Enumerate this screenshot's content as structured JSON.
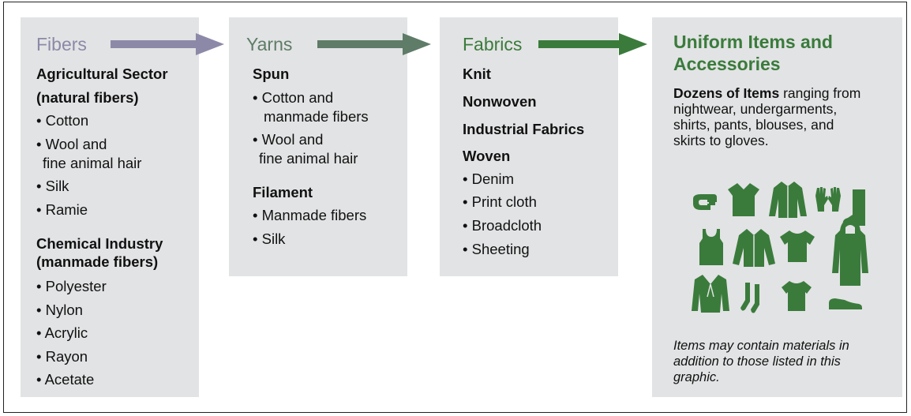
{
  "colors": {
    "box_bg": "#e2e3e4",
    "fibers_heading": "#8c89a8",
    "yarns_heading": "#5e7c67",
    "fabrics_heading": "#3a7b3c",
    "items_green": "#3a7b3c"
  },
  "fibers": {
    "title": "Fibers",
    "agri_heading_1": "Agricultural Sector",
    "agri_heading_2": "(natural fibers)",
    "items": [
      "• Cotton",
      "• Wool and",
      "fine animal hair",
      "• Silk",
      "• Ramie"
    ],
    "chem_heading_1": "Chemical Industry",
    "chem_heading_2": "(manmade fibers)",
    "chem_items": [
      "• Polyester",
      "• Nylon",
      "• Acrylic",
      "• Rayon",
      "• Acetate"
    ]
  },
  "yarns": {
    "title": "Yarns",
    "spun_heading": "Spun",
    "spun_items": [
      "• Cotton and",
      "manmade fibers",
      "• Wool and",
      "fine animal hair"
    ],
    "filament_heading": "Filament",
    "filament_items": [
      "• Manmade fibers",
      "• Silk"
    ]
  },
  "fabrics": {
    "title": "Fabrics",
    "types": [
      "Knit",
      "Nonwoven",
      "Industrial Fabrics",
      "Woven"
    ],
    "woven_items": [
      "• Denim",
      "• Print cloth",
      "• Broadcloth",
      "• Sheeting"
    ]
  },
  "items": {
    "title_1": "Uniform Items and",
    "title_2": "Accessories",
    "desc_bold": "Dozens of Items",
    "desc_1": " ranging from",
    "desc_2": "nightwear, undergarments,",
    "desc_3": "shirts, pants, blouses, and",
    "desc_4": "skirts to gloves.",
    "note_1": "Items may contain materials in",
    "note_2": "addition to those listed in this",
    "note_3": "graphic.",
    "icons": [
      "belt-icon",
      "vest-icon",
      "jacket-icon",
      "gloves-icon",
      "boot-icon",
      "tank-top-icon",
      "coat-icon",
      "t-shirt-icon",
      "hoodie-icon",
      "blazer-icon",
      "socks-icon",
      "shirt-icon",
      "shoe-icon"
    ]
  }
}
